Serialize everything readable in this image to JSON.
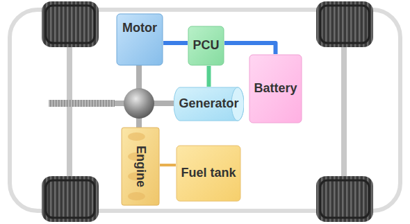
{
  "diagram": {
    "nodes": [
      {
        "text": [
          "Motor"
        ]
      },
      {
        "text": [
          "PCU"
        ]
      },
      {
        "text": [
          "Battery"
        ]
      },
      {
        "text": [
          "Generator"
        ]
      },
      {
        "text": [
          "Engine"
        ]
      },
      {
        "text": [
          "Fuel tank"
        ]
      }
    ],
    "edges": [
      {
        "from": 0,
        "to": 1,
        "arrow": "none"
      },
      {
        "from": 1,
        "to": 2,
        "arrow": "none"
      },
      {
        "from": 1,
        "to": 3,
        "arrow": "none"
      },
      {
        "from": 4,
        "to": 5,
        "arrow": "none"
      }
    ]
  }
}
